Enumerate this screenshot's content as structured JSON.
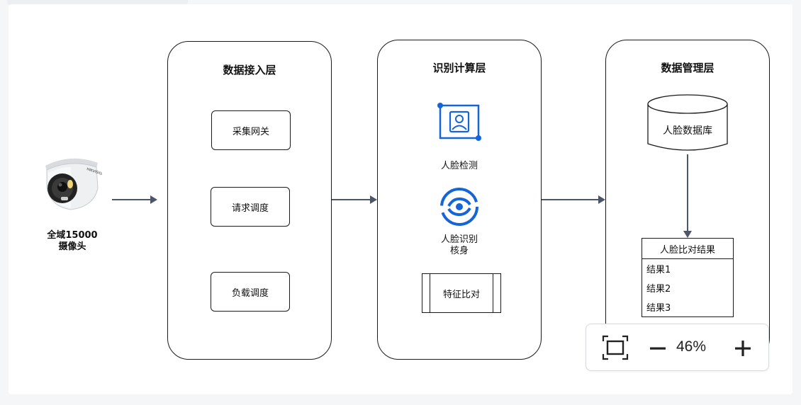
{
  "diagram": {
    "camera": {
      "line1": "全域15000",
      "line2": "摄像头"
    },
    "access_layer": {
      "title": "数据接入层",
      "items": [
        "采集网关",
        "请求调度",
        "负载调度"
      ]
    },
    "compute_layer": {
      "title": "识别计算层",
      "face_detect": "人脸检测",
      "face_verify_line1": "人脸识别",
      "face_verify_line2": "核身",
      "feature_compare": "特征比对"
    },
    "management_layer": {
      "title": "数据管理层",
      "database": "人脸数据库",
      "result_table": {
        "header": "人脸比对结果",
        "rows": [
          "结果1",
          "结果2",
          "结果3"
        ]
      }
    }
  },
  "zoom_controls": {
    "level": "46%",
    "fit_icon": "fit-to-screen-icon",
    "zoom_out_icon": "minus-icon",
    "zoom_in_icon": "plus-icon"
  },
  "colors": {
    "arrow": "#4d5667",
    "icon_blue": "#1565d8"
  }
}
